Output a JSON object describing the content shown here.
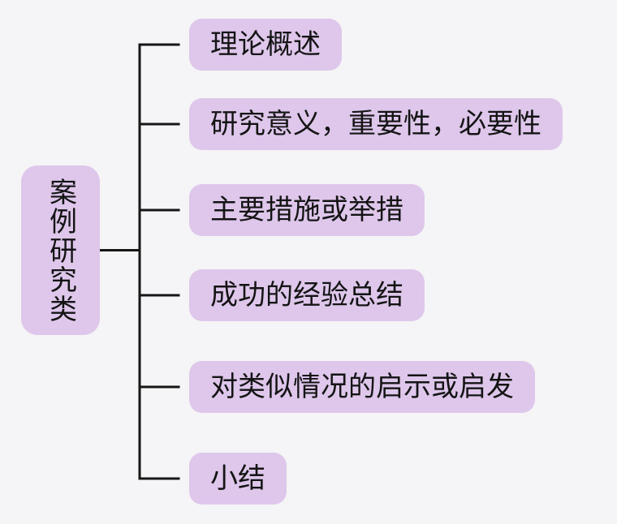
{
  "diagram": {
    "type": "mindmap-tree",
    "root": {
      "label": "案例研究类"
    },
    "branches": [
      {
        "label": "理论概述"
      },
      {
        "label": "研究意义，重要性，必要性"
      },
      {
        "label": "主要措施或举措"
      },
      {
        "label": "成功的经验总结"
      },
      {
        "label": "对类似情况的启示或启发"
      },
      {
        "label": "小结"
      }
    ],
    "colors": {
      "background": "#f5f4f6",
      "node_fill": "#dec7eb",
      "text": "#141414",
      "line": "#161616"
    }
  }
}
